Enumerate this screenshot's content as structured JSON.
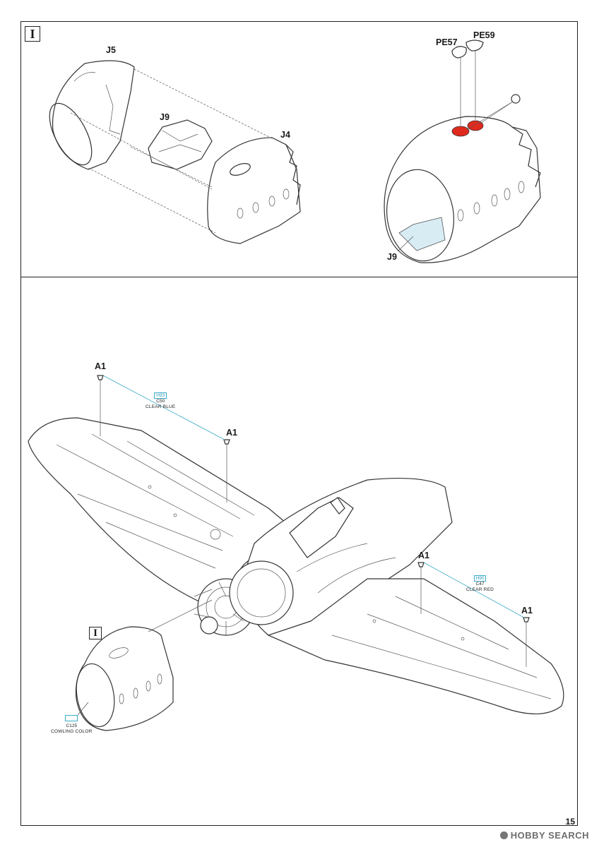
{
  "step": {
    "label": "I"
  },
  "labels": {
    "j5": "J5",
    "j9_a": "J9",
    "j4": "J4",
    "pe57": "PE57",
    "pe59": "PE59",
    "j9_b": "J9",
    "a1_1": "A1",
    "a1_2": "A1",
    "a1_3": "A1",
    "a1_4": "A1"
  },
  "paints": [
    {
      "code": "H93",
      "c": "C50",
      "name": "CLEAR BLUE"
    },
    {
      "code": "H90",
      "c": "C47",
      "name": "CLEAR RED"
    },
    {
      "code": "",
      "c": "C125",
      "name": "COWLING COLOR"
    }
  ],
  "colors": {
    "accent_red": "#e02a1e",
    "paint_code": "#2e9ec0",
    "clear_blue": "#d8ecf4"
  },
  "page_number": "15",
  "watermark": "HOBBY SEARCH"
}
